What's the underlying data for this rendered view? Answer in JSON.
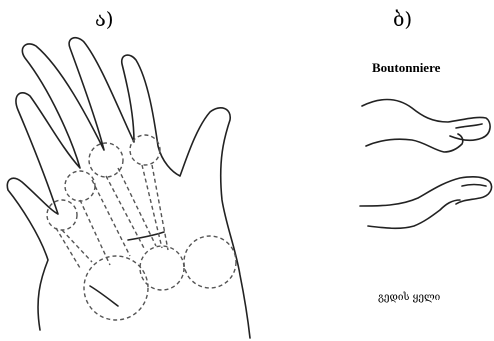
{
  "figure": {
    "panel_a_label": "ა)",
    "panel_b_label": "ბ)",
    "panel_b_title": "Boutonniere",
    "panel_b_caption": "გედის ყელი"
  }
}
